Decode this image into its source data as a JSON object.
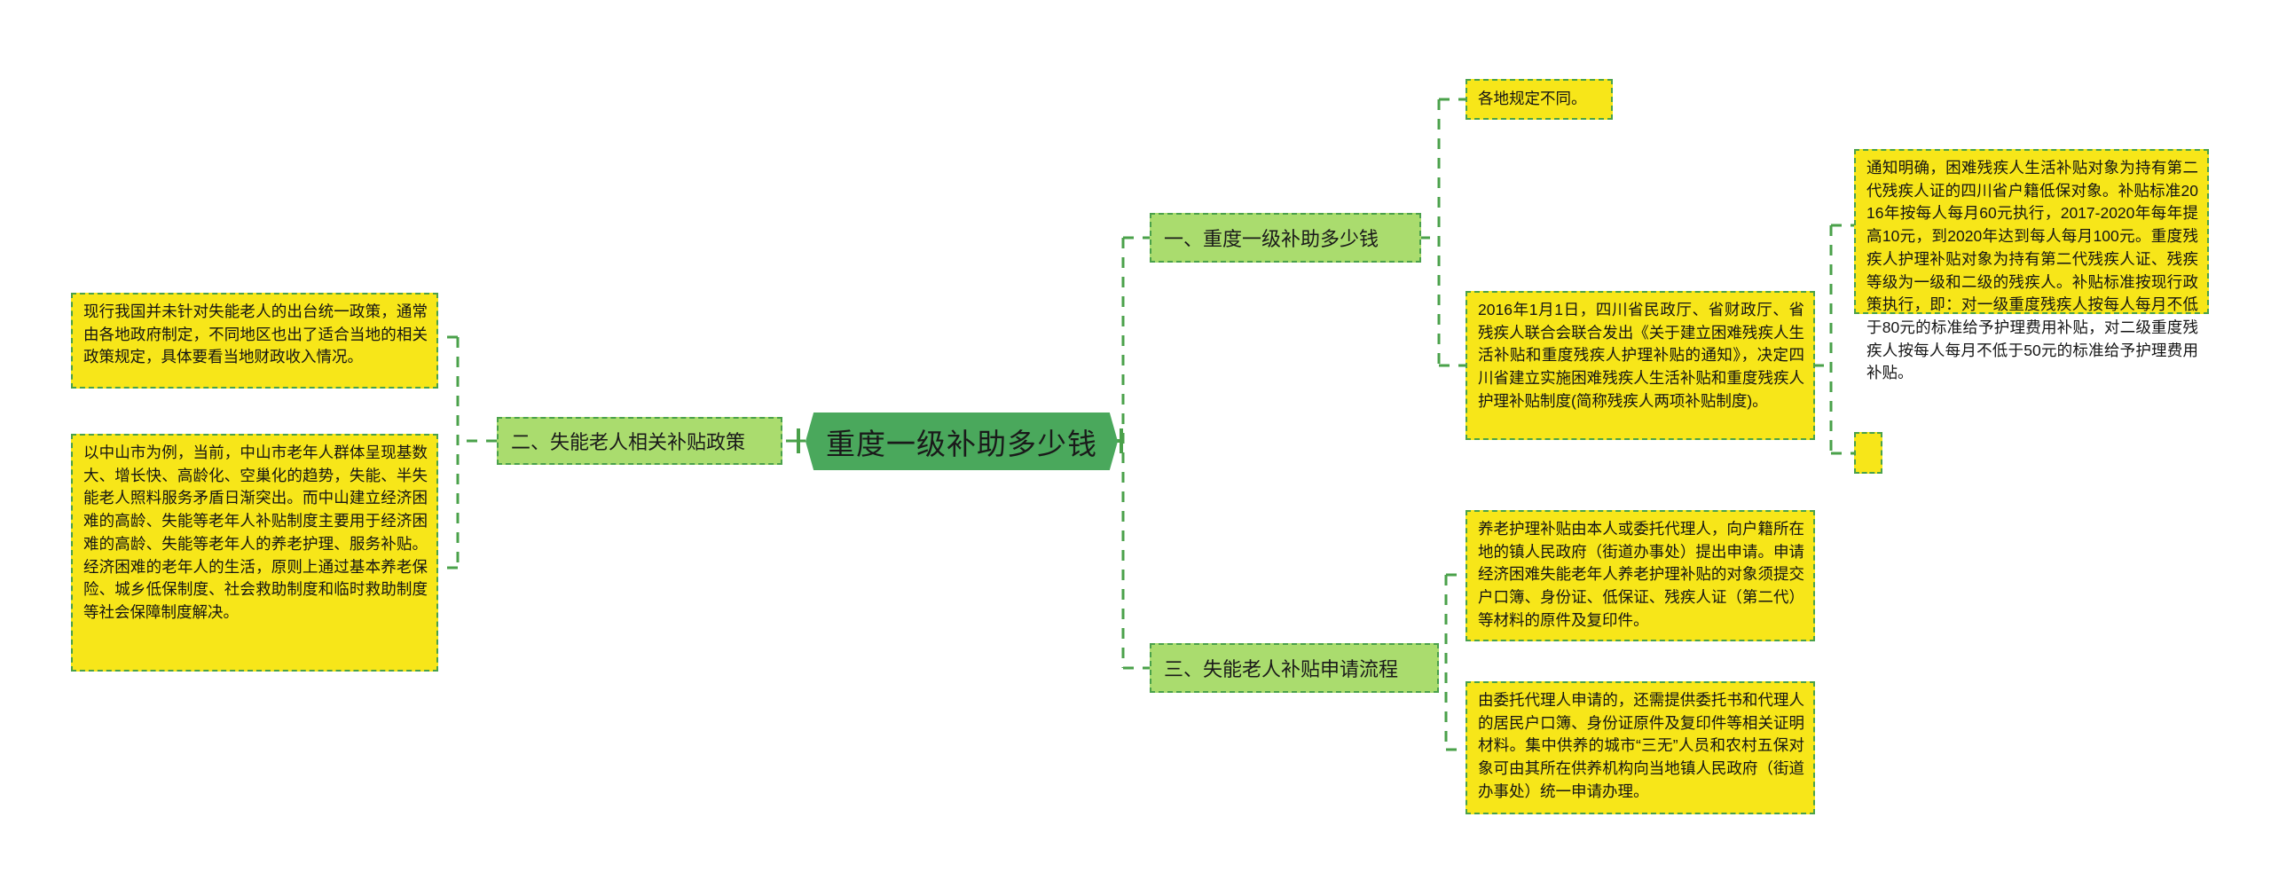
{
  "map": {
    "root": {
      "label": "重度一级补助多少钱"
    },
    "branches": [
      {
        "id": "branch-1",
        "label": "一、重度一级补助多少钱",
        "notes": [
          {
            "id": "note-local-rules",
            "text": "各地规定不同。"
          },
          {
            "id": "note-sichuan-2016",
            "text": "2016年1月1日，四川省民政厅、省财政厅、省残疾人联合会联合发出《关于建立困难残疾人生活补贴和重度残疾人护理补贴的通知》，决定四川省建立实施困难残疾人生活补贴和重度残疾人护理补贴制度(简称残疾人两项补贴制度)。"
          }
        ],
        "subnotes": [
          {
            "id": "note-standards-detail",
            "text": "通知明确，困难残疾人生活补贴对象为持有第二代残疾人证的四川省户籍低保对象。补贴标准2016年按每人每月60元执行，2017-2020年每年提高10元，到2020年达到每人每月100元。重度残疾人护理补贴对象为持有第二代残疾人证、残疾等级为一级和二级的残疾人。补贴标准按现行政策执行，即：对一级重度残疾人按每人每月不低于80元的标准给予护理费用补贴，对二级重度残疾人按每人每月不低于50元的标准给予护理费用补贴。"
          },
          {
            "id": "note-blank",
            "text": ""
          }
        ]
      },
      {
        "id": "branch-2",
        "label": "二、失能老人相关补贴政策",
        "notes": [
          {
            "id": "note-no-unified-policy",
            "text": "现行我国并未针对失能老人的出台统一政策，通常由各地政府制定，不同地区也出了适合当地的相关政策规定，具体要看当地财政收入情况。"
          },
          {
            "id": "note-zhongshan-example",
            "text": "以中山市为例，当前，中山市老年人群体呈现基数大、增长快、高龄化、空巢化的趋势，失能、半失能老人照料服务矛盾日渐突出。而中山建立经济困难的高龄、失能等老年人补贴制度主要用于经济困难的高龄、失能等老年人的养老护理、服务补贴。经济困难的老年人的生活，原则上通过基本养老保险、城乡低保制度、社会救助制度和临时救助制度等社会保障制度解决。"
          }
        ]
      },
      {
        "id": "branch-3",
        "label": "三、失能老人补贴申请流程",
        "notes": [
          {
            "id": "note-apply-process",
            "text": "养老护理补贴由本人或委托代理人，向户籍所在地的镇人民政府（街道办事处）提出申请。申请经济困难失能老年人养老护理补贴的对象须提交户口簿、身份证、低保证、残疾人证（第二代）等材料的原件及复印件。"
          },
          {
            "id": "note-agent-materials",
            "text": "由委托代理人申请的，还需提供委托书和代理人的居民户口簿、身份证原件及复印件等相关证明材料。集中供养的城市“三无”人员和农村五保对象可由其所在供养机构向当地镇人民政府（街道办事处）统一申请办理。"
          }
        ]
      }
    ]
  },
  "colors": {
    "root_fill": "#4aa85c",
    "topic_fill": "#aadc6e",
    "note_fill": "#f7e619",
    "line": "#4aa14a",
    "background": "#ffffff"
  }
}
